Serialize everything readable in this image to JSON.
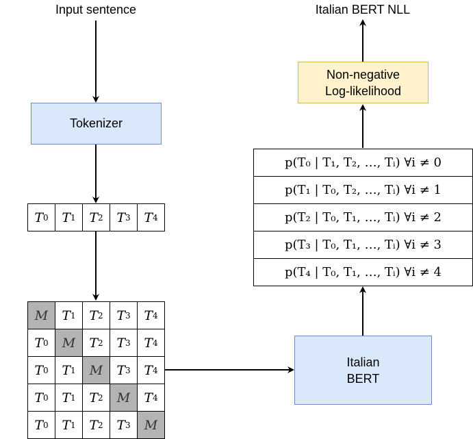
{
  "labels": {
    "input_sentence": "Input sentence",
    "output_title": "Italian BERT NLL"
  },
  "boxes": {
    "tokenizer": "Tokenizer",
    "nll_line1": "Non-negative",
    "nll_line2": "Log-likelihood",
    "bert_line1": "Italian",
    "bert_line2": "BERT"
  },
  "token_row": [
    {
      "sym": "T",
      "sub": "0"
    },
    {
      "sym": "T",
      "sub": "1"
    },
    {
      "sym": "T",
      "sub": "2"
    },
    {
      "sym": "T",
      "sub": "3"
    },
    {
      "sym": "T",
      "sub": "4"
    }
  ],
  "mask_symbol": "M",
  "masked_matrix_note": "Row i masks token T_i (diagonal shown as M)",
  "probabilities": [
    "p(T₀ | T₁, T₂, …, Tᵢ) ∀i ≠ 0",
    "p(T₁ | T₀, T₂, …, Tᵢ) ∀i ≠ 1",
    "p(T₂ | T₀, T₁, …, Tᵢ) ∀i ≠ 2",
    "p(T₃ | T₀, T₁, …, Tᵢ) ∀i ≠ 3",
    "p(T₄ | T₀, T₁, …, Tᵢ) ∀i ≠ 4"
  ],
  "colors": {
    "blue_fill": "#dae8fc",
    "blue_border": "#6c8ebf",
    "yellow_fill": "#fff2cc",
    "yellow_border": "#d6b656",
    "mask_fill": "#b3b3b3"
  }
}
